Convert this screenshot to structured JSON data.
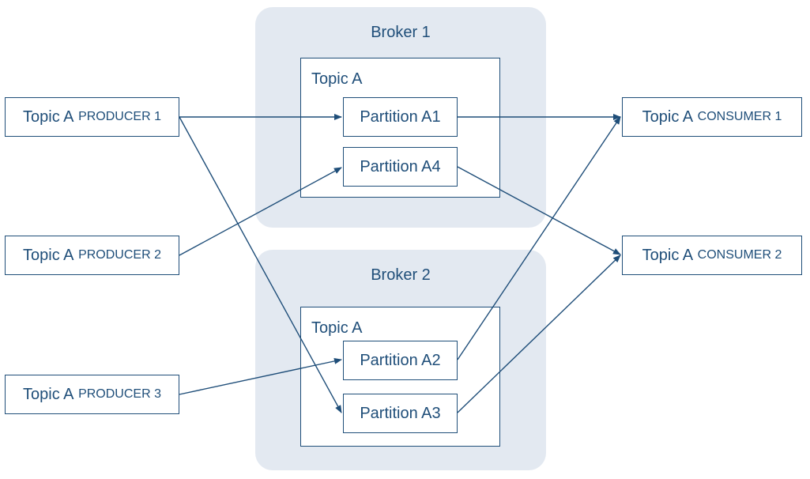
{
  "brokers": [
    {
      "label": "Broker 1",
      "topic_label": "Topic A"
    },
    {
      "label": "Broker 2",
      "topic_label": "Topic A"
    }
  ],
  "partitions": {
    "a1": "Partition A1",
    "a2": "Partition A2",
    "a3": "Partition A3",
    "a4": "Partition A4"
  },
  "producers": [
    {
      "topic": "Topic A",
      "role": "PRODUCER 1"
    },
    {
      "topic": "Topic A",
      "role": "PRODUCER 2"
    },
    {
      "topic": "Topic A",
      "role": "PRODUCER 3"
    }
  ],
  "consumers": [
    {
      "topic": "Topic A",
      "role": "CONSUMER 1"
    },
    {
      "topic": "Topic A",
      "role": "CONSUMER 2"
    }
  ],
  "colors": {
    "line": "#1f4e79",
    "broker_bg": "#e3e9f1"
  }
}
